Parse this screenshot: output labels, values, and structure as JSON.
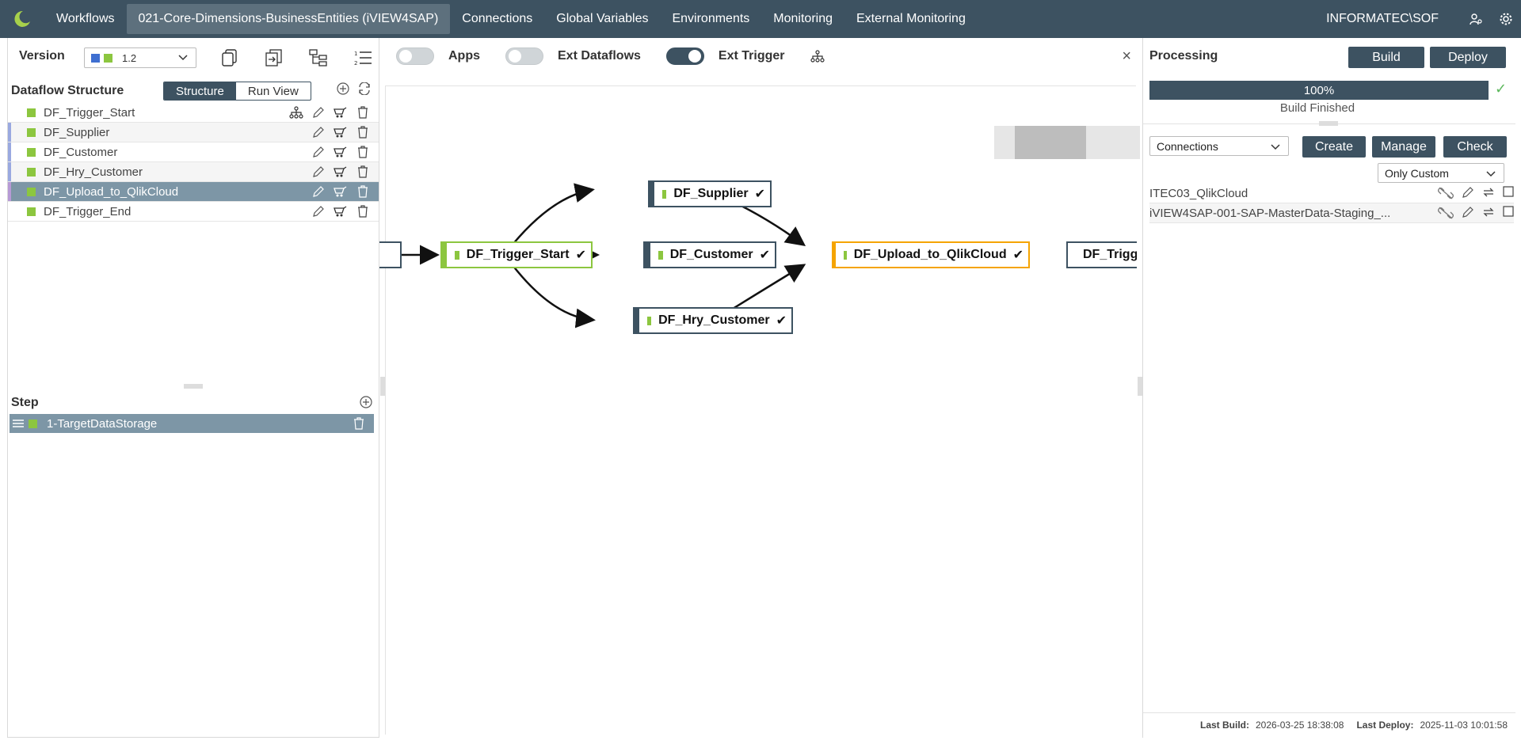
{
  "nav": {
    "items": [
      "Workflows",
      "021-Core-Dimensions-BusinessEntities (iVIEW4SAP)",
      "Connections",
      "Global Variables",
      "Environments",
      "Monitoring",
      "External Monitoring"
    ],
    "active_index": 1,
    "user": "INFORMATEC\\SOF",
    "icons": [
      "logo-icon",
      "user-settings-icon",
      "gear-icon"
    ]
  },
  "left": {
    "version_label": "Version",
    "version_value": "1.2",
    "version_tools": [
      "copy-icon",
      "compare-icon",
      "tree-icon",
      "numbered-list-icon"
    ],
    "dataflow_title": "Dataflow Structure",
    "tabs": [
      "Structure",
      "Run View"
    ],
    "active_tab": 0,
    "dataflows": [
      {
        "name": "DF_Trigger_Start"
      },
      {
        "name": "DF_Supplier"
      },
      {
        "name": "DF_Customer"
      },
      {
        "name": "DF_Hry_Customer"
      },
      {
        "name": "DF_Upload_to_QlikCloud"
      },
      {
        "name": "DF_Trigger_End"
      }
    ],
    "selected_dataflow": 4,
    "step_title": "Step",
    "steps": [
      "1-TargetDataStorage"
    ]
  },
  "center": {
    "toggles": [
      {
        "label": "Apps",
        "on": false
      },
      {
        "label": "Ext Dataflows",
        "on": false
      },
      {
        "label": "Ext Trigger",
        "on": true
      }
    ],
    "close": "×",
    "nodes": [
      {
        "label": "DF_Supplier",
        "check": "✔"
      },
      {
        "label": "DF_Trigger_Start",
        "check": "✔"
      },
      {
        "label": "DF_Customer",
        "check": "✔"
      },
      {
        "label": "DF_Upload_to_QlikCloud",
        "check": "✔"
      },
      {
        "label": "DF_Trigger_End",
        "check": ""
      },
      {
        "label": "DF_Hry_Customer",
        "check": "✔"
      }
    ],
    "colors": {
      "start": "#8cc63f",
      "selected": "#f5a400",
      "default": "#3d5261"
    }
  },
  "right": {
    "title": "Processing",
    "build_label": "Build",
    "deploy_label": "Deploy",
    "progress": "100%",
    "progress_fraction": 1.0,
    "build_status": "Build Finished",
    "type_select": "Connections",
    "create_label": "Create",
    "manage_label": "Manage",
    "check_label": "Check",
    "filter_select": "Only Custom",
    "connections": [
      "ITEC03_QlikCloud",
      "iVIEW4SAP-001-SAP-MasterData-Staging_..."
    ],
    "last_build_label": "Last Build:",
    "last_build_value": "2026-03-25 18:38:08",
    "last_deploy_label": "Last Deploy:",
    "last_deploy_value": "2025-11-03 10:01:58"
  }
}
